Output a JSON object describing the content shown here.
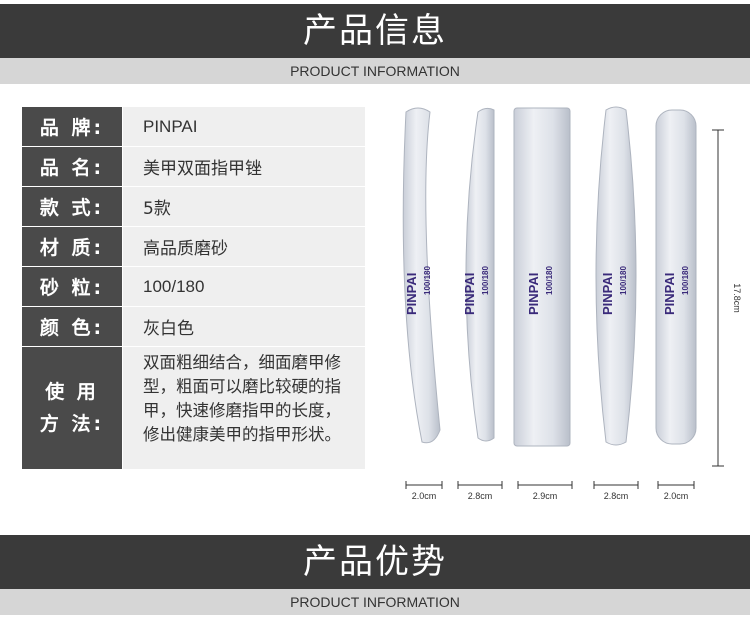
{
  "header1": {
    "title": "产品信息",
    "subtitle": "PRODUCT INFORMATION"
  },
  "specs": [
    {
      "label": "品 牌:",
      "value": "PINPAI"
    },
    {
      "label": "品 名:",
      "value": "美甲双面指甲锉"
    },
    {
      "label": "款 式:",
      "value": "5款"
    },
    {
      "label": "材 质:",
      "value": "高品质磨砂"
    },
    {
      "label": "砂 粒:",
      "value": "100/180"
    },
    {
      "label": "颜 色:",
      "value": "灰白色"
    }
  ],
  "usage": {
    "label_line1": "使 用",
    "label_line2": "方 法:",
    "value": "双面粗细结合，细面磨甲修型，粗面可以磨比较硬的指甲，快速修磨指甲的长度，修出健康美甲的指甲形状。"
  },
  "product_image": {
    "brand": "PINPAI",
    "grit": "100/180",
    "length_label": "17.8cm",
    "widths": [
      "2.0cm",
      "2.8cm",
      "2.9cm",
      "2.8cm",
      "2.0cm"
    ]
  },
  "header2": {
    "title": "产品优势",
    "subtitle": "PRODUCT INFORMATION"
  },
  "colors": {
    "band_dark": "#3a3a3a",
    "band_light": "#d6d6d6",
    "label_bg": "#4a4a4a",
    "value_bg": "#efefef",
    "file_text": "#3a2a7a"
  }
}
